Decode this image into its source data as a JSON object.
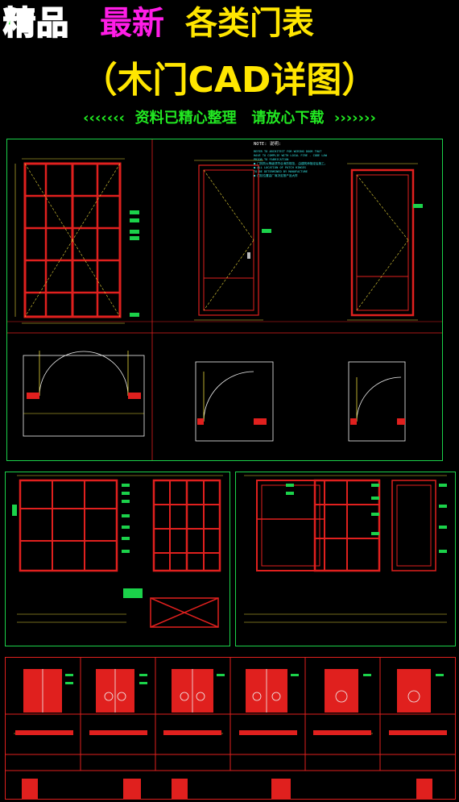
{
  "header": {
    "title_part1": "精品",
    "title_part2": "最新",
    "title_part3": "各类门表",
    "subtitle": "（木门CAD详图）",
    "tagline": "‹‹‹‹‹‹‹  资料已精心整理   请放心下载  ›››››››"
  },
  "sheet1": {
    "note_title": "NOTE: 说明:",
    "note_lines": [
      "REFER TO ARCHITECT FOR WIRING DOOR THAT",
      "HAVE TO COMPLIE WITH LOCAL FIRE - CODE LAW",
      "PRIOR TO FABRICATION",
      "● 门的防火等级须符合消防规范, 由建筑师指定后施工。",
      "● ALL LOCATION OF PATCH HINGES",
      "TO BE DETERMINED BY MANUFACTURE",
      "● 门铰位置由厂商决定按产品大样"
    ]
  },
  "colors": {
    "background": "#000000",
    "frame_green": "#1bd24a",
    "door_red": "#e0201e",
    "dim_yellow": "#e8d63a",
    "text_cyan": "#36e6e6",
    "white": "#f2f2f2"
  }
}
